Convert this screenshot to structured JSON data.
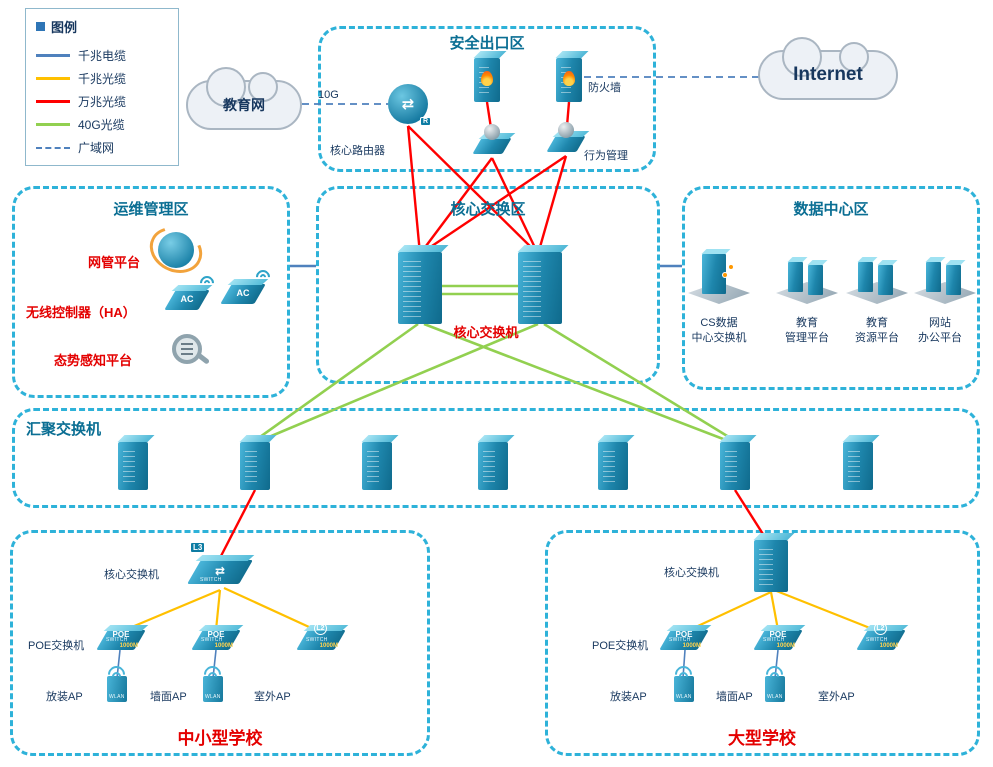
{
  "legend": {
    "title": "图例",
    "items": [
      {
        "label": "千兆电缆",
        "style": "solid-blue"
      },
      {
        "label": "千兆光缆",
        "style": "solid-yellow"
      },
      {
        "label": "万兆光缆",
        "style": "solid-red"
      },
      {
        "label": "40G光缆",
        "style": "solid-green"
      },
      {
        "label": "广域网",
        "style": "dashed-blue"
      }
    ]
  },
  "colors": {
    "gigabit_cable": "#4f81bd",
    "gigabit_fiber": "#ffc000",
    "ten_gig_fiber": "#ff0000",
    "forty_gig_fiber": "#92d050",
    "wan": "#4f81bd",
    "zone_border": "#2eb2d9",
    "zone_title": "#0a6e93",
    "label_navy": "#17375e",
    "red_label": "#e40000",
    "device_teal": "#1e86ac"
  },
  "clouds": {
    "education": "教育网",
    "internet": "Internet"
  },
  "links": {
    "uplink_label": "10G"
  },
  "zones": {
    "security": {
      "title": "安全出口区",
      "core_router": "核心路由器",
      "firewall": "防火墙",
      "behavior": "行为管理"
    },
    "ops": {
      "title": "运维管理区",
      "nms": "网管平台",
      "wlc": "无线控制器（HA）",
      "sa": "态势感知平台"
    },
    "core": {
      "title": "核心交换区",
      "switch_label": "核心交换机"
    },
    "datacenter": {
      "title": "数据中心区",
      "items": [
        {
          "line1": "CS数据",
          "line2": "中心交换机"
        },
        {
          "line1": "教育",
          "line2": "管理平台"
        },
        {
          "line1": "教育",
          "line2": "资源平台"
        },
        {
          "line1": "网站",
          "line2": "办公平台"
        }
      ]
    },
    "aggregation": {
      "title": "汇聚交换机"
    },
    "small_school": {
      "title": "中小型学校",
      "core_label": "核心交换机",
      "poe_label": "POE交换机",
      "aps": [
        "放装AP",
        "墙面AP",
        "室外AP"
      ]
    },
    "large_school": {
      "title": "大型学校",
      "core_label": "核心交换机",
      "poe_label": "POE交换机",
      "aps": [
        "放装AP",
        "墙面AP",
        "室外AP"
      ]
    }
  },
  "device_badges": {
    "router": "R",
    "ac": "AC",
    "l3": "L3",
    "poe": "POE",
    "l2": "L2",
    "wlan": "WLAN",
    "switch": "SWITCH",
    "speed": "1000M"
  },
  "icons": {
    "router_arrows": "⇄"
  }
}
